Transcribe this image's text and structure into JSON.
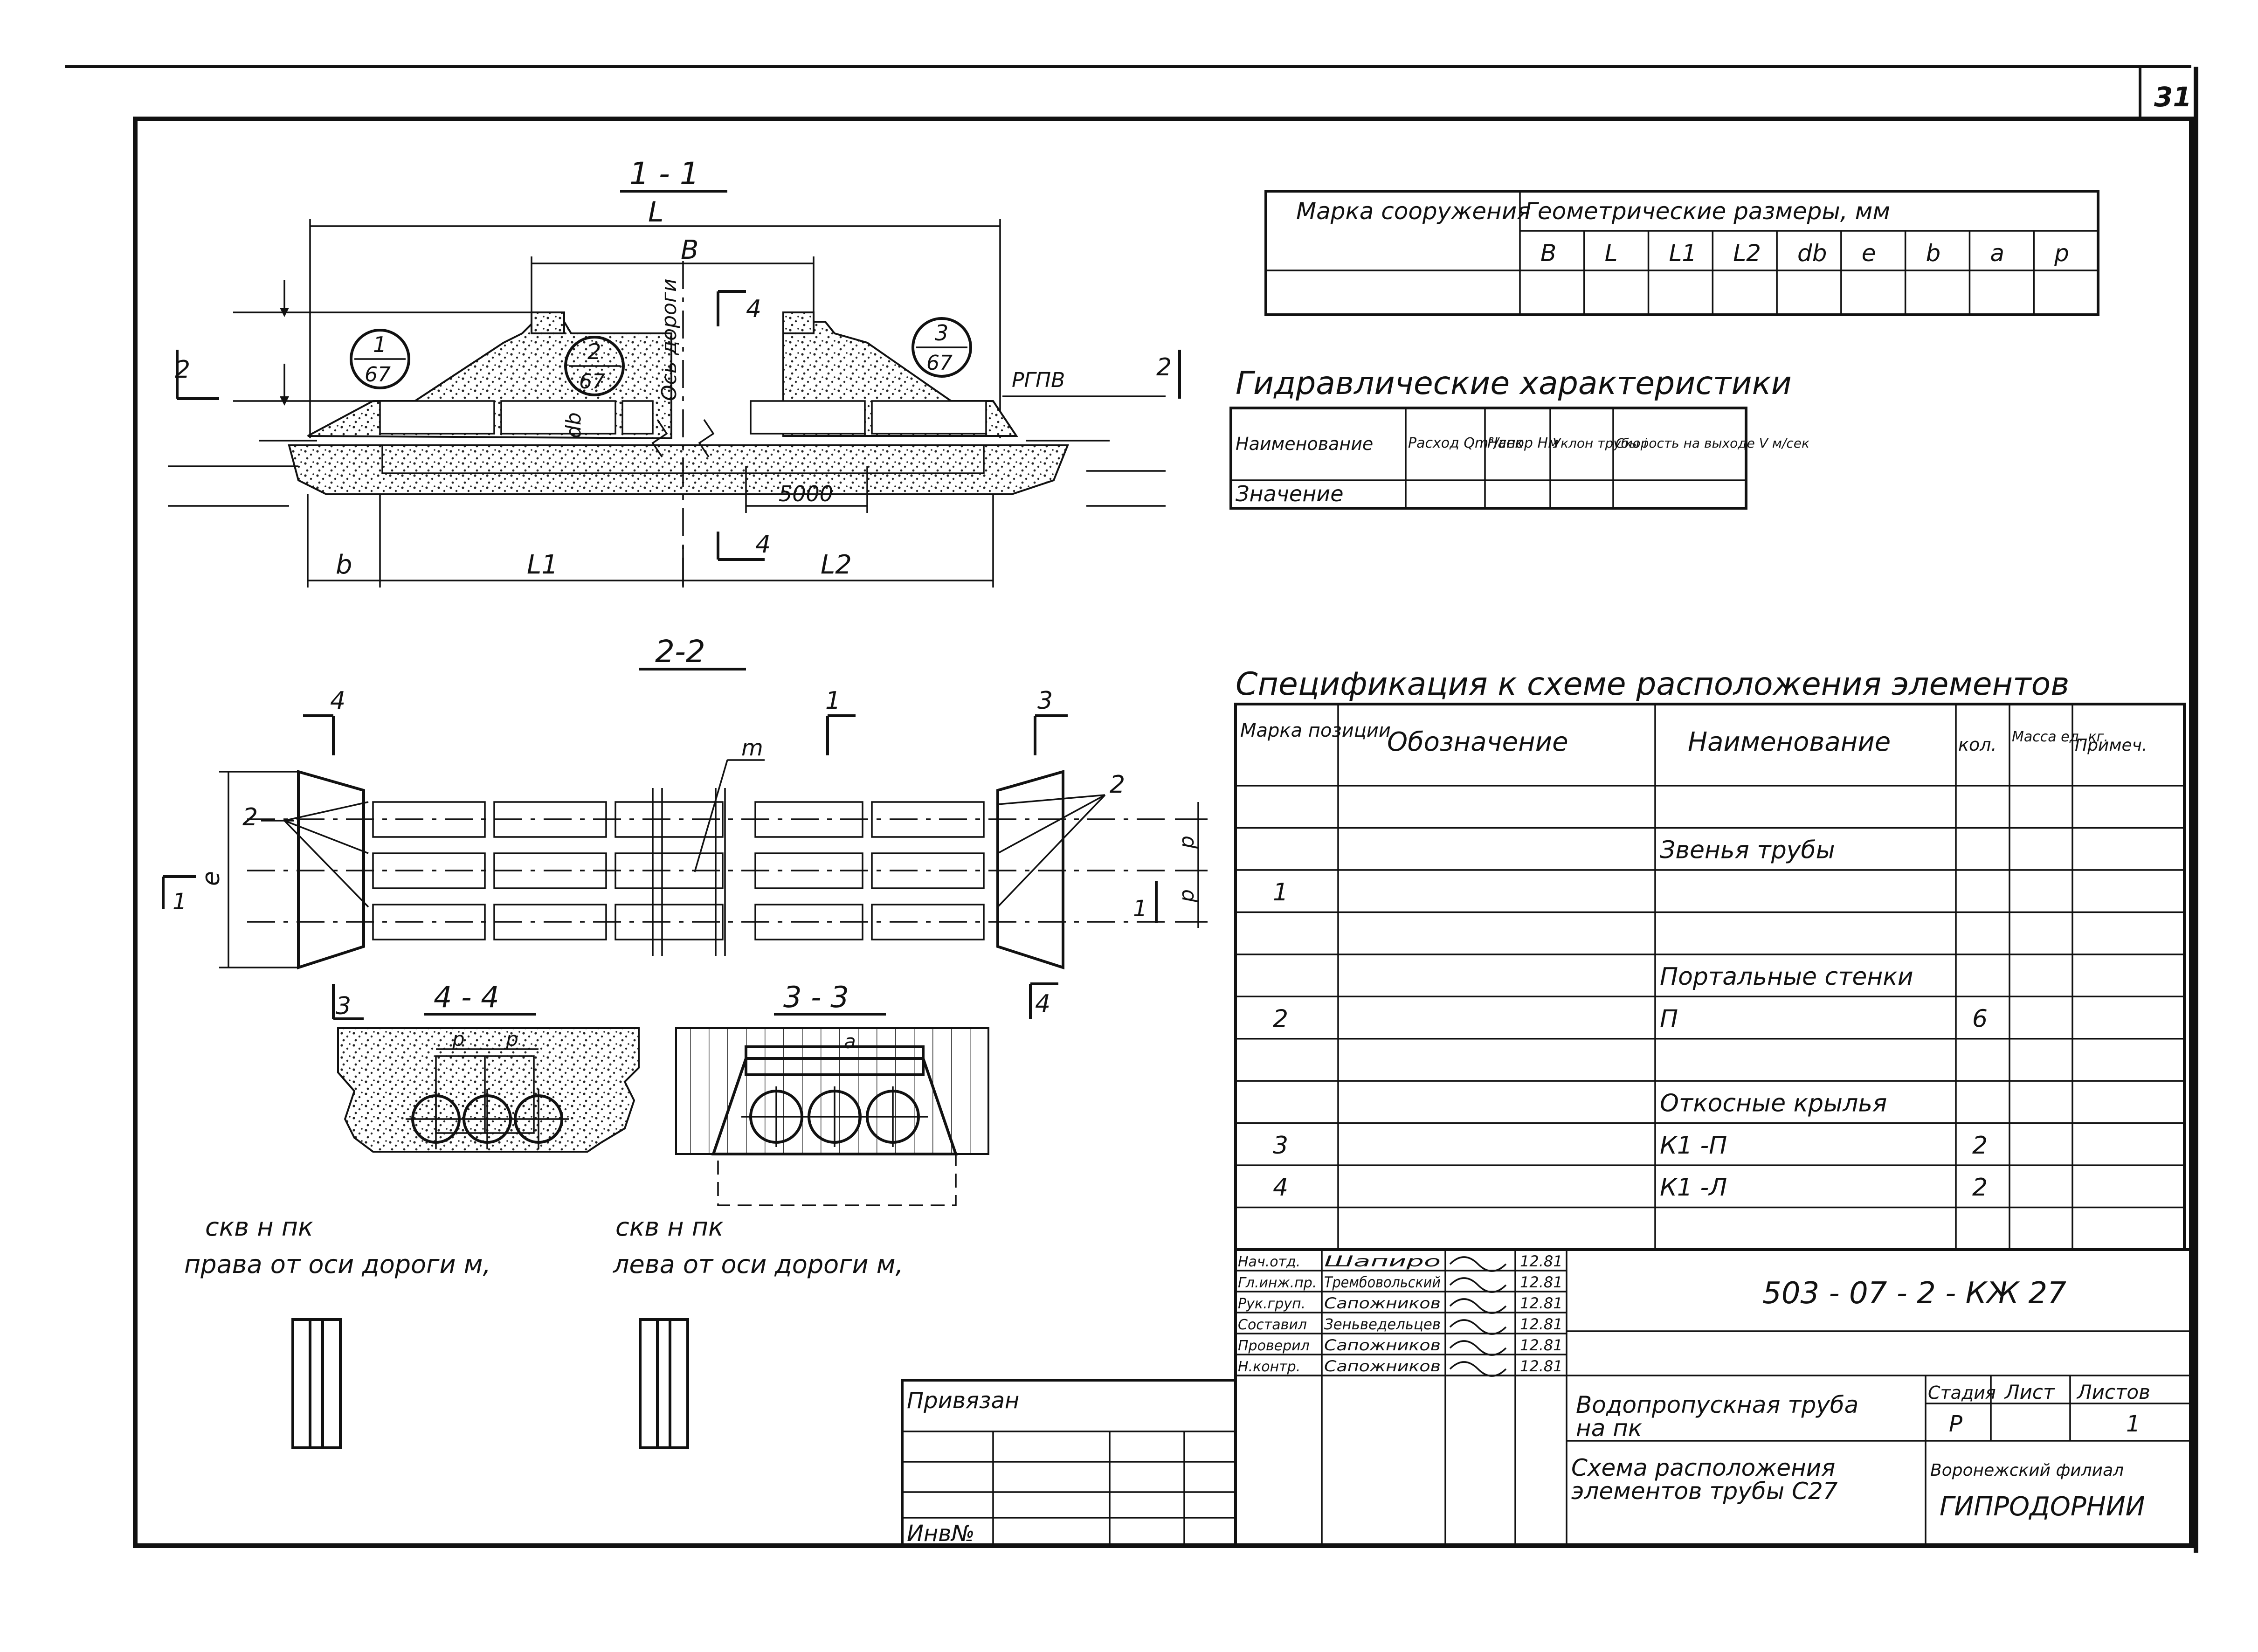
{
  "page_number": "31",
  "section_11": {
    "title": "1 - 1",
    "dim_L": "L",
    "dim_B": "B",
    "dim_b": "b",
    "dim_L1": "L1",
    "dim_L2": "L2",
    "dim_5000": "5000",
    "dim_db": "db",
    "axis_label": "Ось дороги",
    "cut_4": "4",
    "level_rgpv": "РГПВ",
    "mark_2": "2",
    "callouts": [
      {
        "num": "1",
        "sheet": "67"
      },
      {
        "num": "2",
        "sheet": "67"
      },
      {
        "num": "3",
        "sheet": "67"
      }
    ]
  },
  "section_22": {
    "title": "2-2",
    "cut_1": "1",
    "cut_3": "3",
    "cut_4": "4",
    "label_2": "2",
    "label_m": "m",
    "dim_e": "e",
    "dim_p": "p"
  },
  "section_44": {
    "title": "4 - 4",
    "dim_p": "p",
    "cut_3": "3"
  },
  "section_33": {
    "title": "3 - 3",
    "dim_a": "a",
    "cut_4": "4"
  },
  "notes": {
    "right_line1": "скв н     пк",
    "right_line2": "права   от оси дороги   м,",
    "left_line1": "скв н     пк",
    "left_line2": "лева   от оси дороги     м,"
  },
  "geom_table": {
    "h_mark": "Марка сооружения",
    "h_geom": "Геометрические размеры, мм",
    "columns": [
      "B",
      "L",
      "L1",
      "L2",
      "db",
      "e",
      "b",
      "a",
      "p"
    ]
  },
  "hydro": {
    "title": "Гидравлические характеристики",
    "row1": [
      "Наименование",
      "Расход Qm³/сек",
      "Напор Hм",
      "Уклон трубы i",
      "Скорость на выходе V м/сек"
    ],
    "row2": [
      "Значение",
      "",
      "",
      "",
      ""
    ]
  },
  "spec": {
    "title": "Спецификация к схеме расположения элементов",
    "headers": [
      "Марка позиции",
      "Обозначение",
      "Наименование",
      "кол.",
      "Масса ед. кг.",
      "Примеч."
    ],
    "rows": [
      {
        "pos": "",
        "name": "",
        "qty": ""
      },
      {
        "pos": "",
        "name": "Звенья трубы",
        "qty": ""
      },
      {
        "pos": "1",
        "name": "",
        "qty": ""
      },
      {
        "pos": "",
        "name": "",
        "qty": ""
      },
      {
        "pos": "",
        "name": "Портальные стенки",
        "qty": ""
      },
      {
        "pos": "2",
        "name": "П",
        "qty": "6"
      },
      {
        "pos": "",
        "name": "",
        "qty": ""
      },
      {
        "pos": "",
        "name": "Откосные крылья",
        "qty": ""
      },
      {
        "pos": "3",
        "name": "К1  -П",
        "qty": "2"
      },
      {
        "pos": "4",
        "name": "К1  -Л",
        "qty": "2"
      },
      {
        "pos": "",
        "name": "",
        "qty": ""
      }
    ]
  },
  "title_block": {
    "doc_code": "503 - 07 - 2 - КЖ 27",
    "staff": [
      {
        "role": "Нач.отд.",
        "name": "Шапиро",
        "date": "12.81"
      },
      {
        "role": "Гл.инж.пр.",
        "name": "Трембовольский",
        "date": "12.81"
      },
      {
        "role": "Рук.груп.",
        "name": "Сапожников",
        "date": "12.81"
      },
      {
        "role": "Составил",
        "name": "Зеньведельцев",
        "date": "12.81"
      },
      {
        "role": "Проверил",
        "name": "Сапожников",
        "date": "12.81"
      },
      {
        "role": "Н.контр.",
        "name": "Сапожников",
        "date": "12.81"
      }
    ],
    "privyazan": "Привязан",
    "inv": "Инв№",
    "title1_a": "Водопропускная труба",
    "title1_b": "на пк",
    "title2_a": "Схема расположения",
    "title2_b": "элементов трубы С27",
    "stage_h": "Стадия",
    "sheet_h": "Лист",
    "sheets_h": "Листов",
    "stage": "Р",
    "sheet": "",
    "sheets": "1",
    "org1": "Воронежский филиал",
    "org2": "ГИПРОДОРНИИ"
  }
}
